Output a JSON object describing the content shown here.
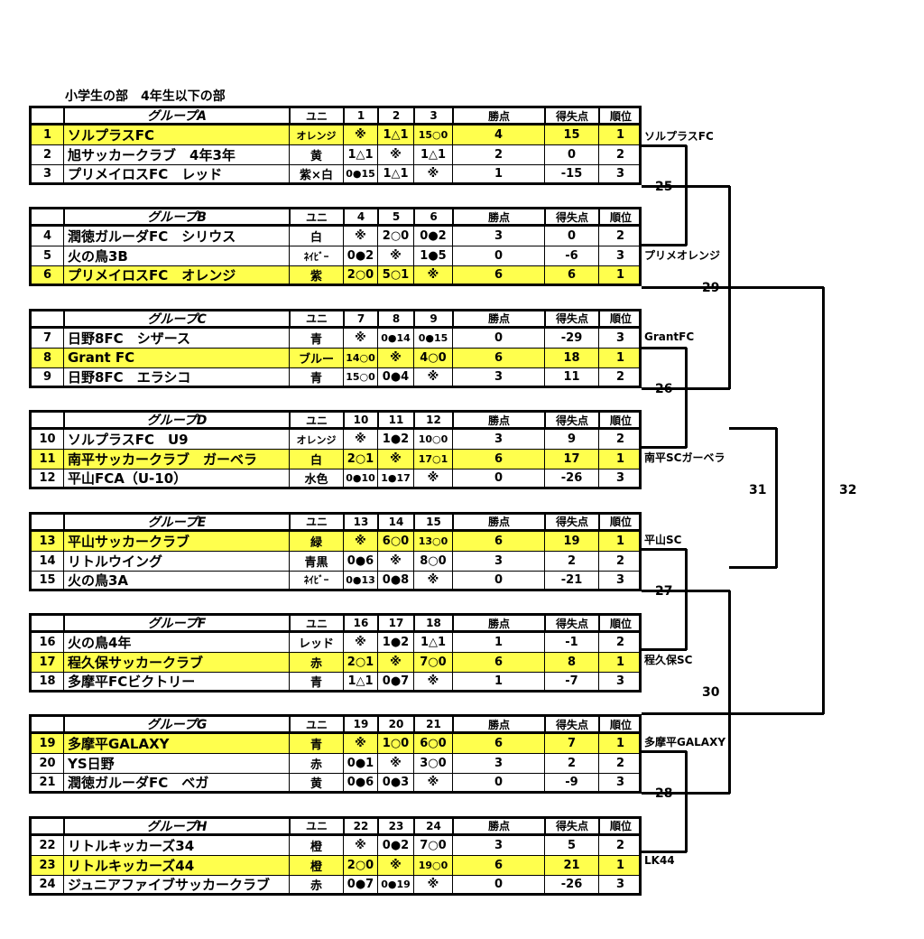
{
  "title": "小学生の部　4年生以下の部",
  "header_labels": {
    "uniform": "ユニ",
    "points": "勝点",
    "goal_diff": "得失点",
    "rank": "順位"
  },
  "groups": [
    {
      "name": "グループA",
      "cols": [
        "1",
        "2",
        "3"
      ],
      "teams": [
        {
          "no": "1",
          "name": "ソルプラスFC",
          "uniform": "オレンジ",
          "results": [
            "※",
            "1△1",
            "15○0"
          ],
          "points": "4",
          "gd": "15",
          "rank": "1"
        },
        {
          "no": "2",
          "name": "旭サッカークラブ　4年3年",
          "uniform": "黄",
          "results": [
            "1△1",
            "※",
            "1△1"
          ],
          "points": "2",
          "gd": "0",
          "rank": "2"
        },
        {
          "no": "3",
          "name": "プリメイロスFC　レッド",
          "uniform": "紫×白",
          "results": [
            "0●15",
            "1△1",
            "※"
          ],
          "points": "1",
          "gd": "-15",
          "rank": "3"
        }
      ]
    },
    {
      "name": "グループB",
      "cols": [
        "4",
        "5",
        "6"
      ],
      "teams": [
        {
          "no": "4",
          "name": "潤徳ガルーダFC　シリウス",
          "uniform": "白",
          "results": [
            "※",
            "2○0",
            "0●2"
          ],
          "points": "3",
          "gd": "0",
          "rank": "2"
        },
        {
          "no": "5",
          "name": "火の鳥3B",
          "uniform": "ﾈｲﾋﾞｰ",
          "results": [
            "0●2",
            "※",
            "1●5"
          ],
          "points": "0",
          "gd": "-6",
          "rank": "3"
        },
        {
          "no": "6",
          "name": "プリメイロスFC　オレンジ",
          "uniform": "紫",
          "results": [
            "2○0",
            "5○1",
            "※"
          ],
          "points": "6",
          "gd": "6",
          "rank": "1"
        }
      ]
    },
    {
      "name": "グループC",
      "cols": [
        "7",
        "8",
        "9"
      ],
      "teams": [
        {
          "no": "7",
          "name": "日野8FC　シザース",
          "uniform": "青",
          "results": [
            "※",
            "0●14",
            "0●15"
          ],
          "points": "0",
          "gd": "-29",
          "rank": "3"
        },
        {
          "no": "8",
          "name": "Grant FC",
          "uniform": "ブルー",
          "results": [
            "14○0",
            "※",
            "4○0"
          ],
          "points": "6",
          "gd": "18",
          "rank": "1"
        },
        {
          "no": "9",
          "name": "日野8FC　エラシコ",
          "uniform": "青",
          "results": [
            "15○0",
            "0●4",
            "※"
          ],
          "points": "3",
          "gd": "11",
          "rank": "2"
        }
      ]
    },
    {
      "name": "グループD",
      "cols": [
        "10",
        "11",
        "12"
      ],
      "teams": [
        {
          "no": "10",
          "name": "ソルプラスFC　U9",
          "uniform": "オレンジ",
          "results": [
            "※",
            "1●2",
            "10○0"
          ],
          "points": "3",
          "gd": "9",
          "rank": "2"
        },
        {
          "no": "11",
          "name": "南平サッカークラブ　ガーベラ",
          "uniform": "白",
          "results": [
            "2○1",
            "※",
            "17○1"
          ],
          "points": "6",
          "gd": "17",
          "rank": "1"
        },
        {
          "no": "12",
          "name": "平山FCA（U-10）",
          "uniform": "水色",
          "results": [
            "0●10",
            "1●17",
            "※"
          ],
          "points": "0",
          "gd": "-26",
          "rank": "3"
        }
      ]
    },
    {
      "name": "グループE",
      "cols": [
        "13",
        "14",
        "15"
      ],
      "teams": [
        {
          "no": "13",
          "name": "平山サッカークラブ",
          "uniform": "緑",
          "results": [
            "※",
            "6○0",
            "13○0"
          ],
          "points": "6",
          "gd": "19",
          "rank": "1"
        },
        {
          "no": "14",
          "name": "リトルウイング",
          "uniform": "青黒",
          "results": [
            "0●6",
            "※",
            "8○0"
          ],
          "points": "3",
          "gd": "2",
          "rank": "2"
        },
        {
          "no": "15",
          "name": "火の鳥3A",
          "uniform": "ﾈｲﾋﾞｰ",
          "results": [
            "0●13",
            "0●8",
            "※"
          ],
          "points": "0",
          "gd": "-21",
          "rank": "3"
        }
      ]
    },
    {
      "name": "グループF",
      "cols": [
        "16",
        "17",
        "18"
      ],
      "teams": [
        {
          "no": "16",
          "name": "火の鳥4年",
          "uniform": "レッド",
          "results": [
            "※",
            "1●2",
            "1△1"
          ],
          "points": "1",
          "gd": "-1",
          "rank": "2"
        },
        {
          "no": "17",
          "name": "程久保サッカークラブ",
          "uniform": "赤",
          "results": [
            "2○1",
            "※",
            "7○0"
          ],
          "points": "6",
          "gd": "8",
          "rank": "1"
        },
        {
          "no": "18",
          "name": "多摩平FCビクトリー",
          "uniform": "青",
          "results": [
            "1△1",
            "0●7",
            "※"
          ],
          "points": "1",
          "gd": "-7",
          "rank": "3"
        }
      ]
    },
    {
      "name": "グループG",
      "cols": [
        "19",
        "20",
        "21"
      ],
      "teams": [
        {
          "no": "19",
          "name": "多摩平GALAXY",
          "uniform": "青",
          "results": [
            "※",
            "1○0",
            "6○0"
          ],
          "points": "6",
          "gd": "7",
          "rank": "1"
        },
        {
          "no": "20",
          "name": "YS日野",
          "uniform": "赤",
          "results": [
            "0●1",
            "※",
            "3○0"
          ],
          "points": "3",
          "gd": "2",
          "rank": "2"
        },
        {
          "no": "21",
          "name": "潤徳ガルーダFC　ベガ",
          "uniform": "黄",
          "results": [
            "0●6",
            "0●3",
            "※"
          ],
          "points": "0",
          "gd": "-9",
          "rank": "3"
        }
      ]
    },
    {
      "name": "グループH",
      "cols": [
        "22",
        "23",
        "24"
      ],
      "teams": [
        {
          "no": "22",
          "name": "リトルキッカーズ34",
          "uniform": "橙",
          "results": [
            "※",
            "0●2",
            "7○0"
          ],
          "points": "3",
          "gd": "5",
          "rank": "2"
        },
        {
          "no": "23",
          "name": "リトルキッカーズ44",
          "uniform": "橙",
          "results": [
            "2○0",
            "※",
            "19○0"
          ],
          "points": "6",
          "gd": "21",
          "rank": "1"
        },
        {
          "no": "24",
          "name": "ジュニアファイブサッカークラブ",
          "uniform": "赤",
          "results": [
            "0●7",
            "0●19",
            "※"
          ],
          "points": "0",
          "gd": "-26",
          "rank": "3"
        }
      ]
    }
  ],
  "qualifiers": [
    "ソルプラスFC",
    "プリメオレンジ",
    "GrantFC",
    "南平SCガーベラ",
    "平山SC",
    "程久保SC",
    "多摩平GALAXY",
    "LK44"
  ],
  "match_numbers": [
    "25",
    "26",
    "27",
    "28",
    "29",
    "30",
    "31",
    "32"
  ]
}
